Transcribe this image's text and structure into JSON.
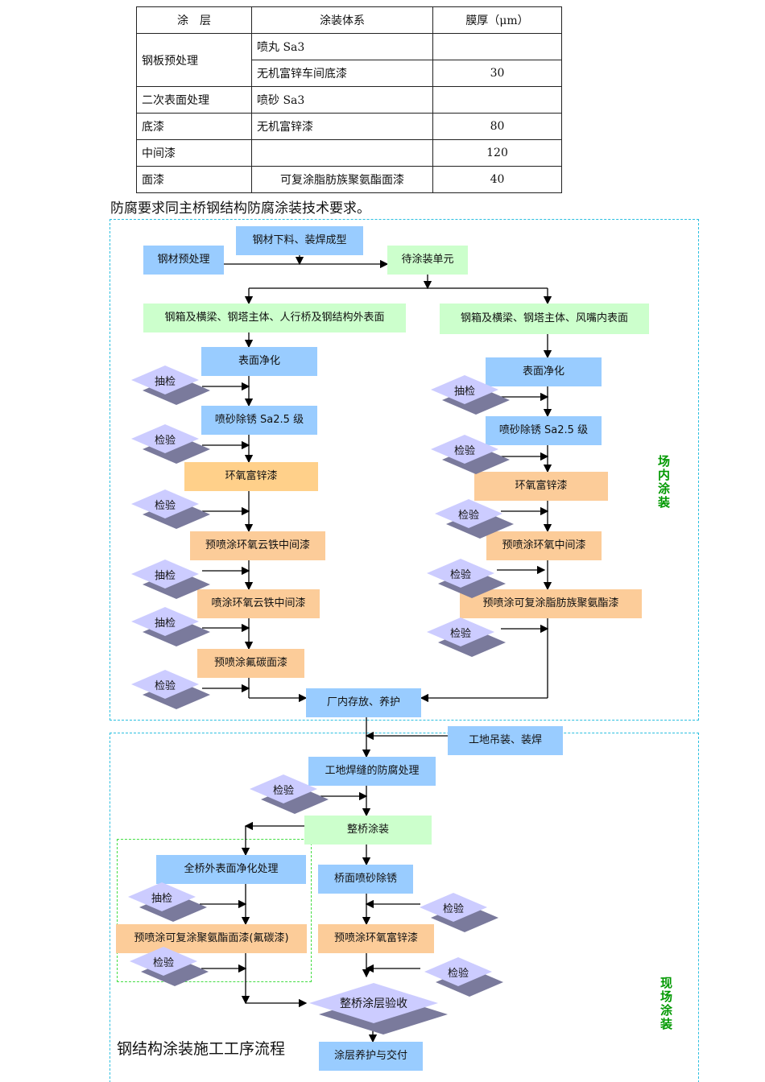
{
  "table": {
    "headers": [
      "涂　层",
      "涂装体系",
      "膜厚（μm）"
    ],
    "rows": [
      {
        "layer": "钢板预处理",
        "system": "喷丸 Sa3",
        "thickness": ""
      },
      {
        "layer": "",
        "system": "无机富锌车间底漆",
        "thickness": "30"
      },
      {
        "layer": "二次表面处理",
        "system": "喷砂 Sa3",
        "thickness": ""
      },
      {
        "layer": "底漆",
        "system": "无机富锌漆",
        "thickness": "80"
      },
      {
        "layer": "中间漆",
        "system": "",
        "thickness": "120"
      },
      {
        "layer": "面漆",
        "system": "可复涂脂肪族聚氨酯面漆",
        "thickness": "40"
      }
    ]
  },
  "note": "防腐要求同主桥钢结构防腐涂装技术要求。",
  "heading": "钢结构涂装施工工序流程",
  "side_labels": {
    "factory": "场内涂装",
    "site": "现场涂装"
  },
  "colors": {
    "blue": "#99ccff",
    "green": "#ccffcc",
    "peach": "#fccc99",
    "diamond": "#ccccff",
    "region": "#2bbfe0",
    "side_label": "#009900"
  },
  "flow": {
    "cut_weld": "钢材下料、装焊成型",
    "pretreat": "钢材预处理",
    "await": "待涂装单元",
    "left_head": "钢箱及横梁、钢塔主体、人行桥及钢结构外表面",
    "right_head": "钢箱及横梁、钢塔主体、风嘴内表面",
    "left": [
      "表面净化",
      "喷砂除锈 Sa2.5 级",
      "环氧富锌漆",
      "预喷涂环氧云铁中间漆",
      "喷涂环氧云铁中间漆",
      "预喷涂氟碳面漆"
    ],
    "right": [
      "表面净化",
      "喷砂除锈 Sa2.5 级",
      "环氧富锌漆",
      "预喷涂环氧中间漆",
      "预喷涂可复涂脂肪族聚氨酯漆"
    ],
    "storage": "厂内存放、养护",
    "site_hoist": "工地吊装、装焊",
    "site_weld": "工地焊缝的防腐处理",
    "whole": "整桥涂装",
    "outer_clean": "全桥外表面净化处理",
    "outer_paint": "预喷涂可复涂聚氨酯面漆(氟碳漆)",
    "deck_blast": "桥面喷砂除锈",
    "deck_paint": "预喷涂环氧富锌漆",
    "accept": "整桥涂层验收",
    "deliver": "涂层养护与交付",
    "left_checks": [
      "抽检",
      "检验",
      "检验",
      "抽检",
      "抽检",
      "检验"
    ],
    "right_checks": [
      "抽检",
      "检验",
      "检验",
      "检验",
      "检验"
    ],
    "site_checks": [
      "检验",
      "检验",
      "抽检",
      "检验",
      "检验"
    ]
  }
}
